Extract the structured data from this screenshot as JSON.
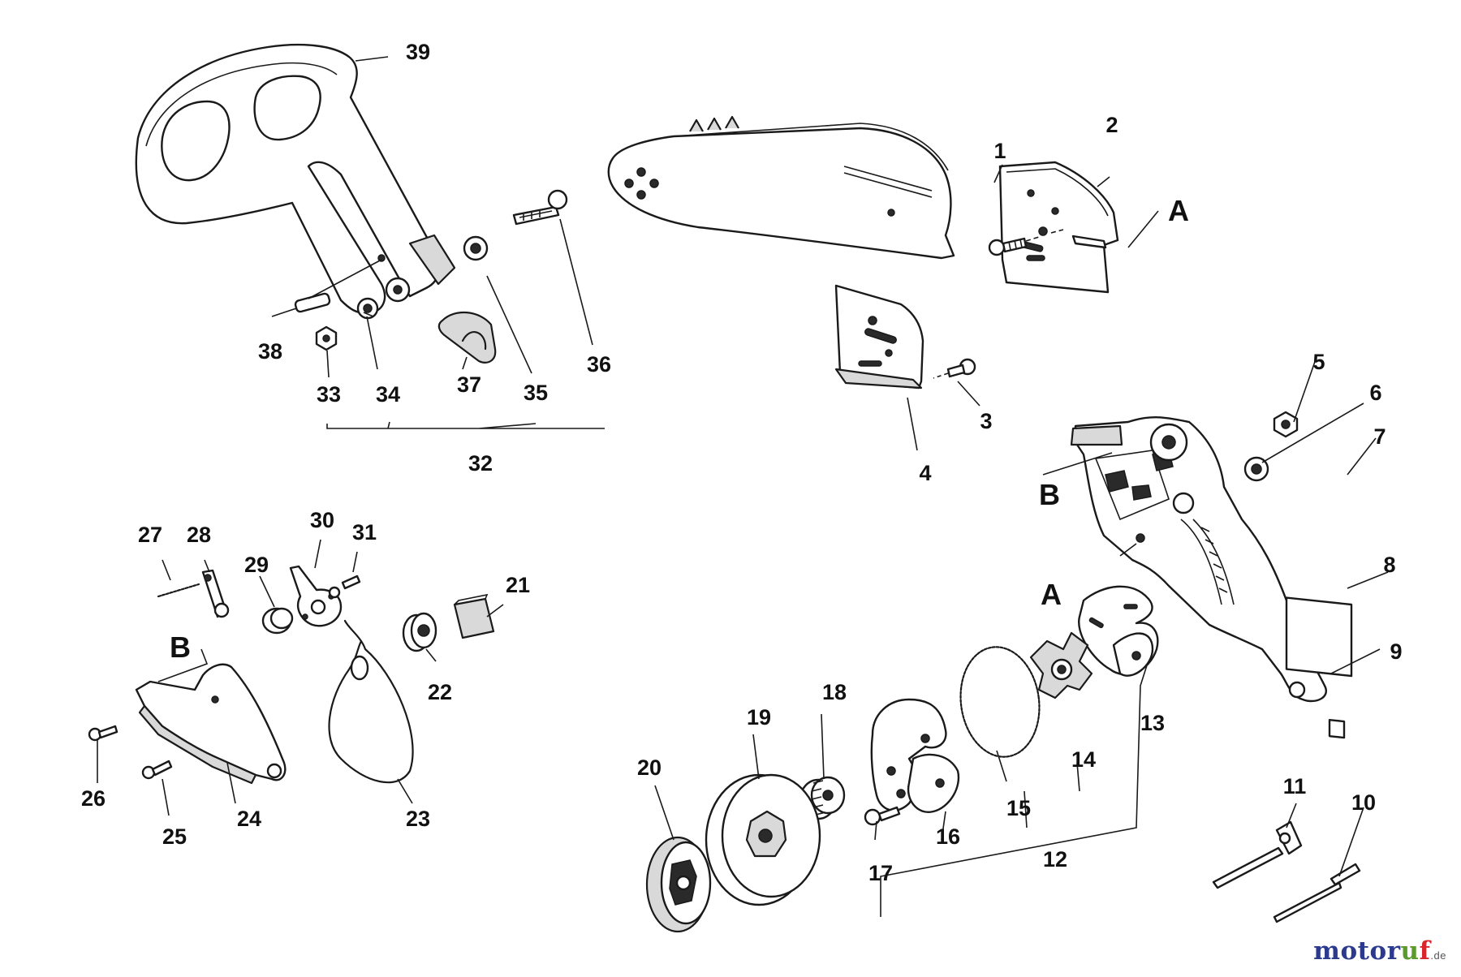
{
  "part_labels": [
    "1",
    "2",
    "3",
    "4",
    "5",
    "6",
    "7",
    "8",
    "9",
    "10",
    "11",
    "12",
    "13",
    "14",
    "15",
    "16",
    "17",
    "18",
    "19",
    "20",
    "21",
    "22",
    "23",
    "24",
    "25",
    "26",
    "27",
    "28",
    "29",
    "30",
    "31",
    "32",
    "33",
    "34",
    "35",
    "36",
    "37",
    "38",
    "39"
  ],
  "reference_letters": {
    "a_bar_plate": "A",
    "b_clutch_cover": "B",
    "a_clutch_cover": "A",
    "b_brake_lever": "B"
  },
  "watermark": {
    "letters": [
      "m",
      "o",
      "t",
      "o",
      "r",
      "u",
      "f"
    ],
    "suffix": ".de",
    "colors": [
      "#2b3a8c",
      "#2b3a8c",
      "#2b3a8c",
      "#2b3a8c",
      "#2b3a8c",
      "#5c9a2c",
      "#d9262c"
    ]
  }
}
